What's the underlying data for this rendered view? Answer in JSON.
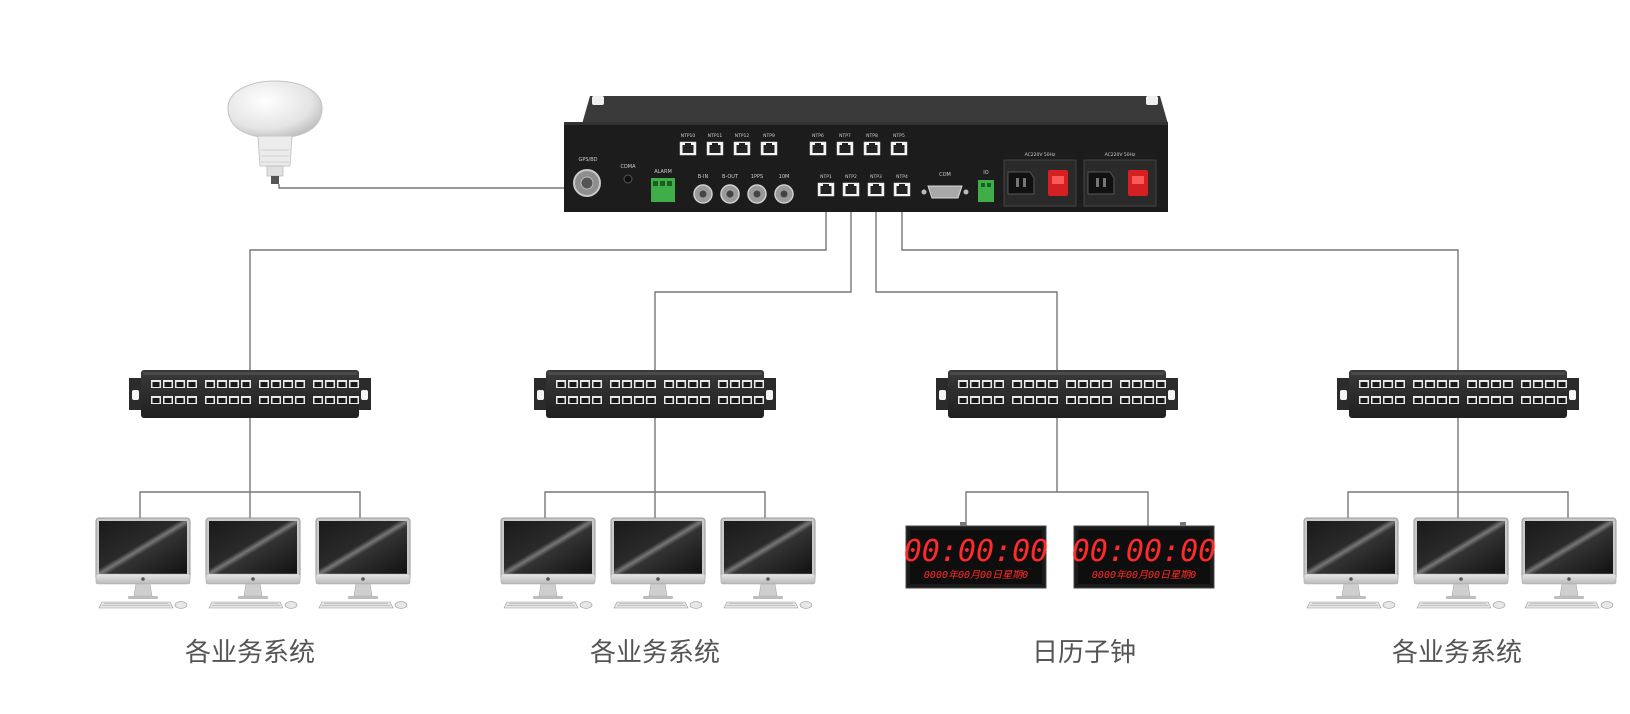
{
  "server": {
    "labels": {
      "port_top": [
        "NTP10",
        "NTP11",
        "NTP12",
        "NTP9",
        "NTP6",
        "NTP7",
        "NTP8",
        "NTP5"
      ],
      "port_bottom": [
        "NTP1",
        "NTP2",
        "NTP3",
        "NTP4"
      ],
      "gps": "GPS/BD",
      "cdma": "CDMA",
      "alarm": "ALARM",
      "bnc": [
        "B-IN",
        "B-OUT",
        "1PPS",
        "10M"
      ],
      "com": "COM",
      "io": "IO",
      "power": [
        "AC220V 50Hz",
        "AC220V 50Hz"
      ]
    }
  },
  "clocks": [
    {
      "time": "00:00:00",
      "date_line": "0000年00月00日星期0"
    },
    {
      "time": "00:00:00",
      "date_line": "0000年00月00日星期0"
    }
  ],
  "groups": [
    {
      "label": "各业务系统",
      "kind": "computers"
    },
    {
      "label": "各业务系统",
      "kind": "computers"
    },
    {
      "label": "日历子钟",
      "kind": "clocks"
    },
    {
      "label": "各业务系统",
      "kind": "computers"
    }
  ],
  "colors": {
    "line": "#777777",
    "device_dark": "#2c2c2c",
    "led_red": "#ff2a2a",
    "switch_red": "#d42020",
    "terminal_green": "#3fae49"
  }
}
